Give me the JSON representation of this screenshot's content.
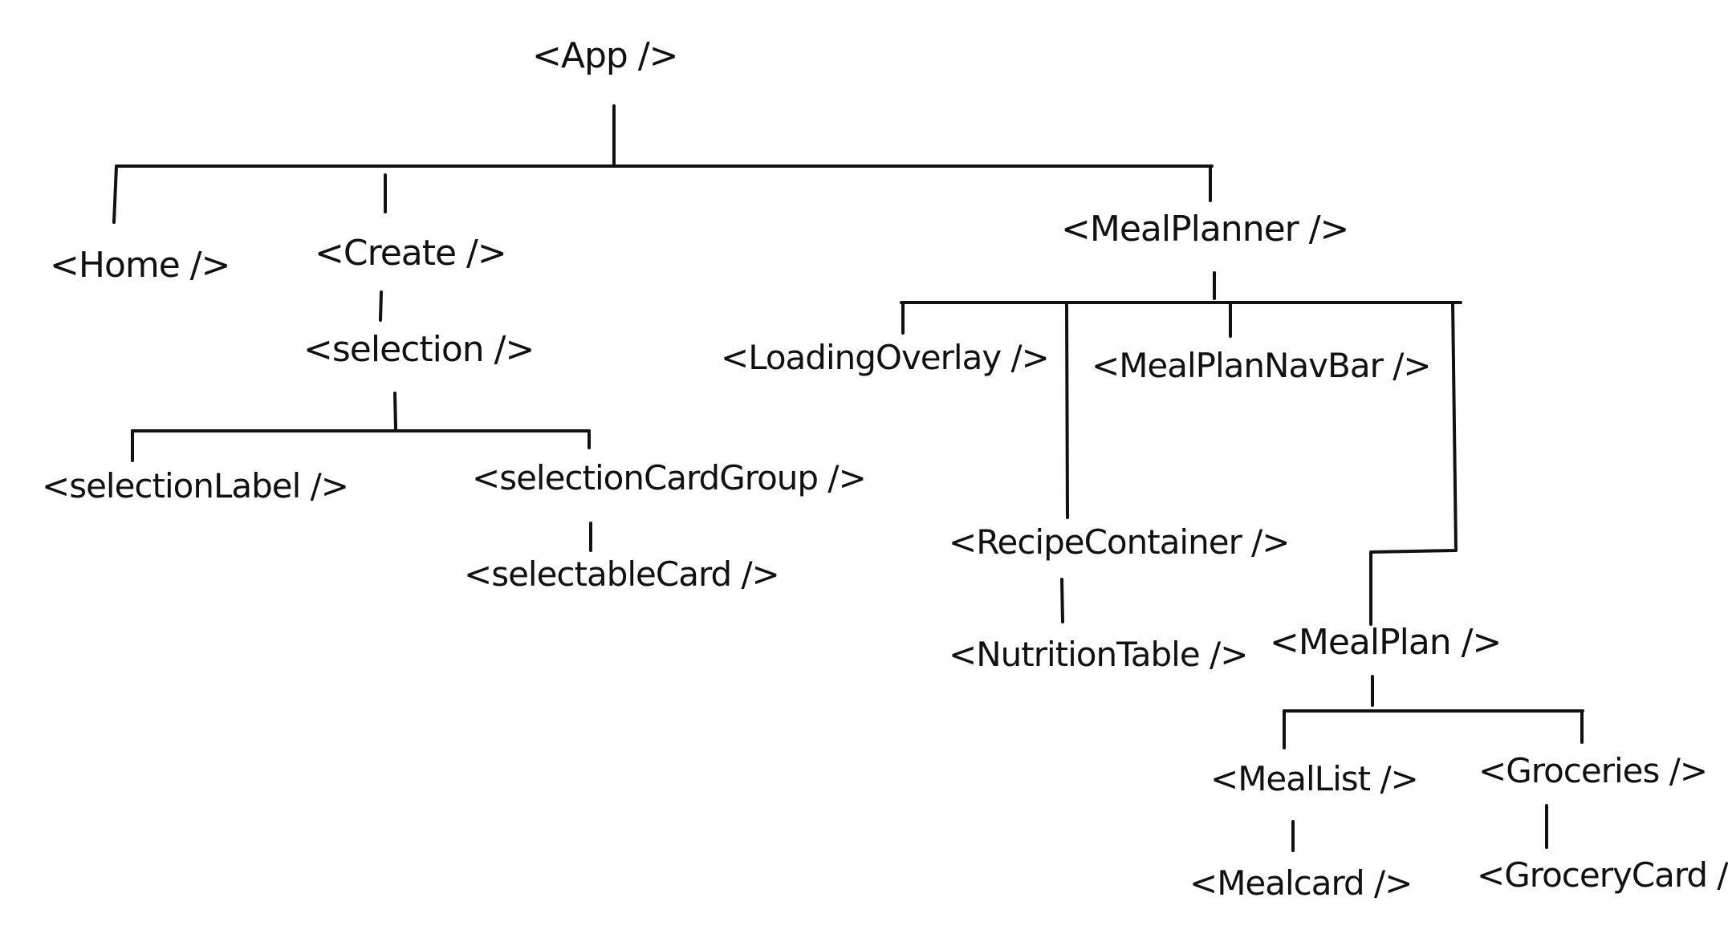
{
  "diagram": {
    "type": "component-tree",
    "stroke_color": "#111111",
    "background": "#ffffff",
    "nodes": [
      {
        "id": "app",
        "label": "<App />"
      },
      {
        "id": "home",
        "label": "<Home />"
      },
      {
        "id": "create",
        "label": "<Create />"
      },
      {
        "id": "selection",
        "label": "<selection />"
      },
      {
        "id": "selection_label",
        "label": "<selectionLabel />"
      },
      {
        "id": "selection_card_group",
        "label": "<selectionCardGroup />"
      },
      {
        "id": "selectable_card",
        "label": "<selectableCard />"
      },
      {
        "id": "meal_planner",
        "label": "<MealPlanner />"
      },
      {
        "id": "loading_overlay",
        "label": "<LoadingOverlay />"
      },
      {
        "id": "meal_plan_nav_bar",
        "label": "<MealPlanNavBar />"
      },
      {
        "id": "recipe_container",
        "label": "<RecipeContainer />"
      },
      {
        "id": "nutrition_table",
        "label": "<NutritionTable />"
      },
      {
        "id": "meal_plan",
        "label": "<MealPlan />"
      },
      {
        "id": "meal_list",
        "label": "<MealList />"
      },
      {
        "id": "groceries",
        "label": "<Groceries />"
      },
      {
        "id": "meal_card",
        "label": "<Mealcard />"
      },
      {
        "id": "grocery_card",
        "label": "<GroceryCard />"
      }
    ],
    "edges": [
      {
        "from": "app",
        "to": "home"
      },
      {
        "from": "app",
        "to": "create"
      },
      {
        "from": "app",
        "to": "meal_planner"
      },
      {
        "from": "create",
        "to": "selection"
      },
      {
        "from": "selection",
        "to": "selection_label"
      },
      {
        "from": "selection",
        "to": "selection_card_group"
      },
      {
        "from": "selection_card_group",
        "to": "selectable_card"
      },
      {
        "from": "meal_planner",
        "to": "loading_overlay"
      },
      {
        "from": "meal_planner",
        "to": "recipe_container"
      },
      {
        "from": "meal_planner",
        "to": "meal_plan_nav_bar"
      },
      {
        "from": "meal_planner",
        "to": "meal_plan"
      },
      {
        "from": "recipe_container",
        "to": "nutrition_table"
      },
      {
        "from": "meal_plan",
        "to": "meal_list"
      },
      {
        "from": "meal_plan",
        "to": "groceries"
      },
      {
        "from": "meal_list",
        "to": "meal_card"
      },
      {
        "from": "groceries",
        "to": "grocery_card"
      }
    ]
  }
}
